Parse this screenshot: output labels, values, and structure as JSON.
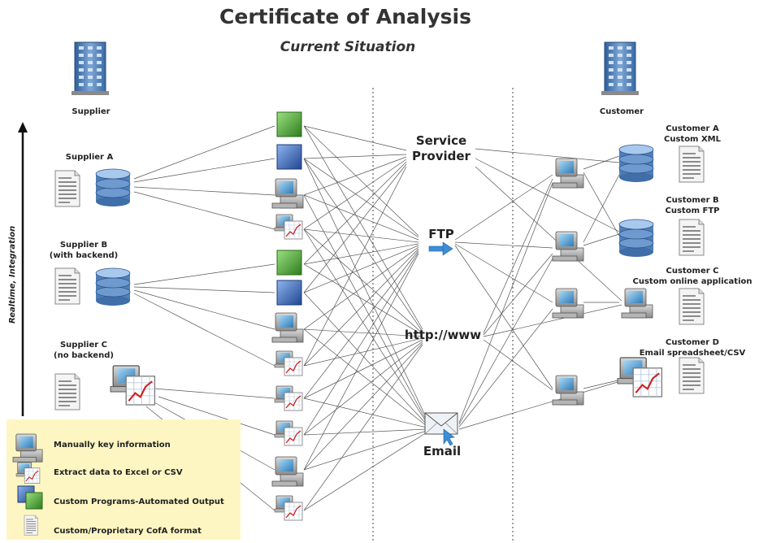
{
  "header": {
    "title": "Certificate of Analysis",
    "subtitle": "Current Situation"
  },
  "left_column": {
    "heading": "Supplier",
    "axis_label": "Realtime, Integration"
  },
  "right_column": {
    "heading": "Customer"
  },
  "suppliers": [
    {
      "name": "Supplier A",
      "note": ""
    },
    {
      "name": "Supplier B",
      "note": "(with backend)"
    },
    {
      "name": "Supplier C",
      "note": "(no backend)"
    }
  ],
  "hubs": {
    "service_provider": [
      "Service",
      "Provider"
    ],
    "ftp": "FTP",
    "http": "http://www",
    "email": "Email"
  },
  "customers": [
    {
      "name": "Customer A",
      "detail": "Custom XML"
    },
    {
      "name": "Customer B",
      "detail": "Custom FTP"
    },
    {
      "name": "Customer C",
      "detail": "Custom online application"
    },
    {
      "name": "Customer D",
      "detail": "Email spreadsheet/CSV"
    }
  ],
  "legend": [
    {
      "icon": "computer-icon",
      "label": "Manually key information"
    },
    {
      "icon": "spreadsheet-icon",
      "label": "Extract data to Excel or CSV"
    },
    {
      "icon": "program-squares-icon",
      "label": "Custom Programs-Automated Output"
    },
    {
      "icon": "document-icon",
      "label": "Custom/Proprietary CofA format"
    }
  ],
  "colors": {
    "legend_bg": "#fdf6c2",
    "green": "#3f9a2c",
    "blue": "#2d5aa8",
    "arrow": "#3a8fd9",
    "lines": "#555555"
  }
}
